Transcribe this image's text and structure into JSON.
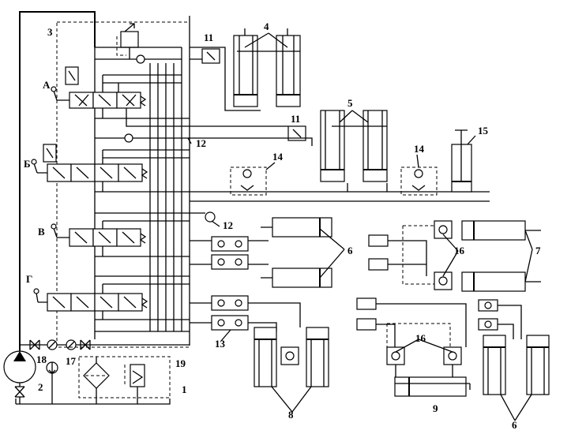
{
  "diagram": {
    "labels": {
      "n1": "1",
      "n2": "2",
      "n3": "3",
      "n4": "4",
      "n5": "5",
      "n6a": "6",
      "n6b": "6",
      "n7": "7",
      "n8": "8",
      "n9": "9",
      "n11a": "11",
      "n11b": "11",
      "n12a": "12",
      "n12b": "12",
      "n13": "13",
      "n14a": "14",
      "n14b": "14",
      "n15": "15",
      "n16a": "16",
      "n16b": "16",
      "n17": "17",
      "n18": "18",
      "n19": "19",
      "A": "А",
      "B": "Б",
      "V": "В",
      "G": "Г"
    }
  }
}
